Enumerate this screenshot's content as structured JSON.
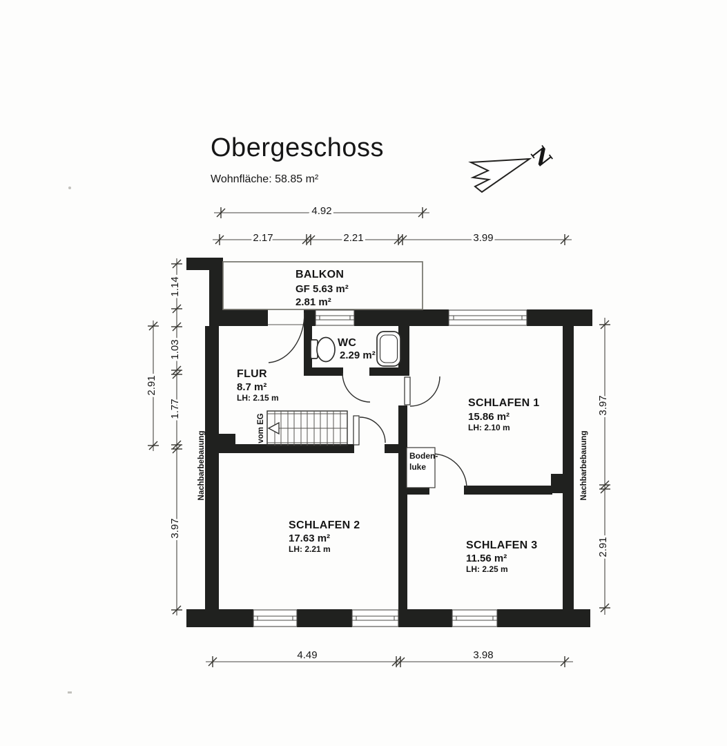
{
  "title": "Obergeschoss",
  "subtitle": "Wohnfläche: 58.85 m²",
  "north": {
    "label": "N"
  },
  "rooms": [
    {
      "id": "balkon",
      "name": "BALKON",
      "lines": [
        "GF 5.63 m²",
        "2.81 m²"
      ]
    },
    {
      "id": "wc",
      "name": "WC",
      "lines": [
        "2.29 m²"
      ]
    },
    {
      "id": "flur",
      "name": "FLUR",
      "lines": [
        "8.7 m²",
        "LH: 2.15 m"
      ]
    },
    {
      "id": "schlafen1",
      "name": "SCHLAFEN 1",
      "lines": [
        "15.86 m²",
        "LH: 2.10 m"
      ]
    },
    {
      "id": "schlafen2",
      "name": "SCHLAFEN 2",
      "lines": [
        "17.63 m²",
        "LH: 2.21 m"
      ]
    },
    {
      "id": "schlafen3",
      "name": "SCHLAFEN 3",
      "lines": [
        "11.56 m²",
        "LH: 2.25 m"
      ]
    }
  ],
  "annotations": {
    "bodenluke": {
      "line1": "Boden-",
      "line2": "luke"
    },
    "vom_eg": "vom EG",
    "neighbor_left": "Nachbarbebauung",
    "neighbor_right": "Nachbarbebauung"
  },
  "dimensions": {
    "top_overall": "4.92",
    "top": [
      "2.17",
      "2.21",
      "3.99"
    ],
    "left_outer": "2.91",
    "left": [
      "1.14",
      "1.03",
      "1.77",
      "3.97"
    ],
    "right": [
      "3.97",
      "2.91"
    ],
    "bottom": [
      "4.49",
      "3.98"
    ]
  },
  "colors": {
    "wall": "#20211f",
    "line": "#2e2e2c",
    "text": "#161616",
    "faint": "#8a8a86",
    "background": "#fdfdfc"
  }
}
